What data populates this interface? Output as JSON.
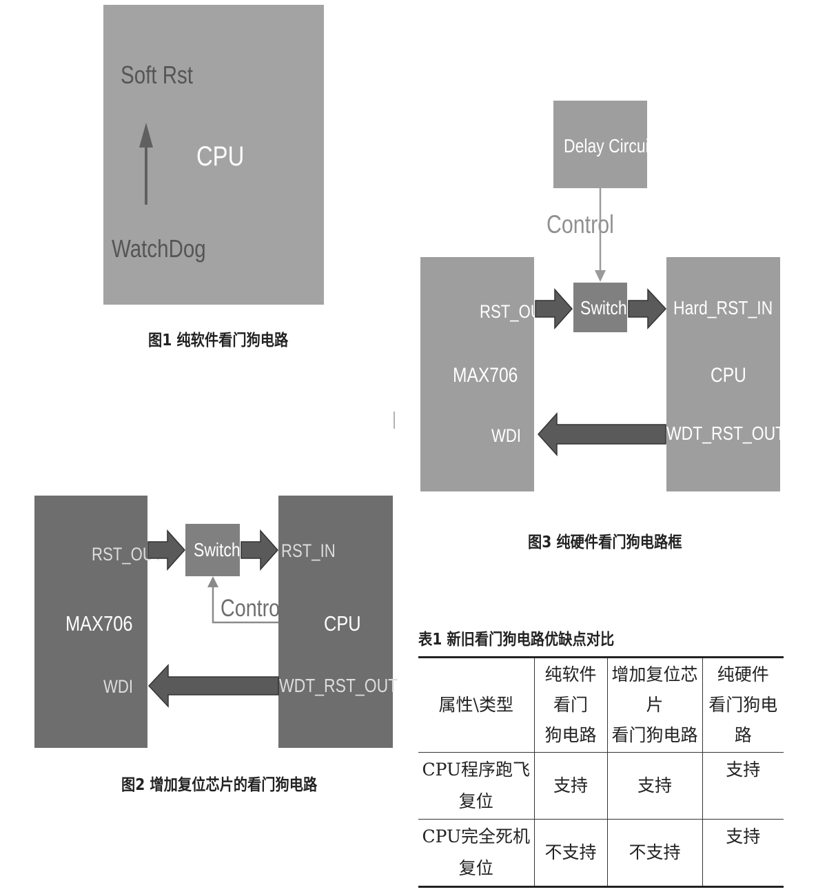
{
  "fig1": {
    "soft_rst": "Soft Rst",
    "cpu": "CPU",
    "watchdog": "WatchDog",
    "caption": "图1  纯软件看门狗电路"
  },
  "fig2": {
    "max706": "MAX706",
    "rst_out": "RST_OUT",
    "wdi": "WDI",
    "switch": "Switch",
    "rst_in": "RST_IN",
    "cpu": "CPU",
    "wdt_rst_out": "WDT_RST_OUT",
    "control": "Control",
    "caption": "图2  增加复位芯片的看门狗电路"
  },
  "fig3": {
    "delay_circuit": "Delay Circuit",
    "control": "Control",
    "switch": "Switch",
    "max706": "MAX706",
    "rst_out": "RST_OUT",
    "wdi": "WDI",
    "cpu": "CPU",
    "hard_rst_in": "Hard_RST_IN",
    "wdt_rst_out": "WDT_RST_OUT",
    "caption": "图3  纯硬件看门狗电路框"
  },
  "table1": {
    "title": "表1  新旧看门狗电路优缺点对比",
    "header": {
      "c0": "属性\\类型",
      "c1_line1": "纯软件看门",
      "c1_line2": "狗电路",
      "c2_line1": "增加复位芯片",
      "c2_line2": "看门狗电路",
      "c3_line1": "纯硬件",
      "c3_line2": "看门狗电路"
    },
    "row1": {
      "attr": "CPU程序跑飞复位",
      "v1": "支持",
      "v2": "支持",
      "v3": "支持"
    },
    "row2": {
      "attr": "CPU完全死机复位",
      "v1": "不支持",
      "v2": "不支持",
      "v3": "支持"
    }
  },
  "colors": {
    "fig1_box": "#a3a3a3",
    "fig2_box": "#6e6e6e",
    "fig3_box": "#9e9e9e",
    "switch_box": "#808080",
    "arrow": "#555555"
  }
}
